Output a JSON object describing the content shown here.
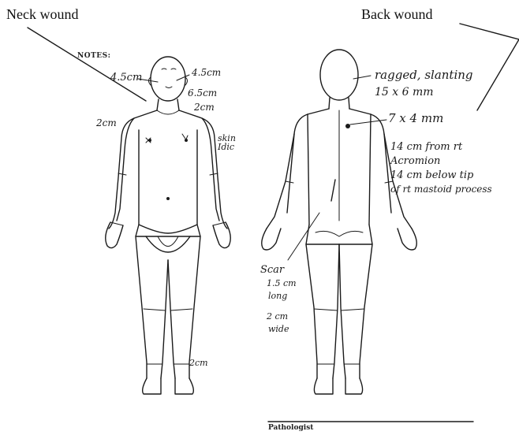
{
  "labels": {
    "neck_wound": "Neck wound",
    "back_wound": "Back wound",
    "notes": "NOTES:",
    "pathologist": "Pathologist"
  },
  "handwriting": {
    "front_head_left": "4.5cm",
    "front_head_right": "4.5cm",
    "front_neck": "6.5cm",
    "front_chest_right": "2cm",
    "front_chest_left": "2cm",
    "front_arm": "skin Idic",
    "front_ankle": "2cm",
    "back_head_line1": "ragged, slanting",
    "back_head_line2": "15 x 6 mm",
    "back_wound_size": "7 x 4 mm",
    "back_loc_line1": "14 cm from rt",
    "back_loc_line2": "Acromion",
    "back_loc_line3": "14 cm below tip",
    "back_loc_line4": "of rt mastoid process",
    "scar_line1": "Scar",
    "scar_line2": "1.5 cm",
    "scar_line3": "long",
    "scar_line4": "2 cm",
    "scar_line5": "wide"
  }
}
